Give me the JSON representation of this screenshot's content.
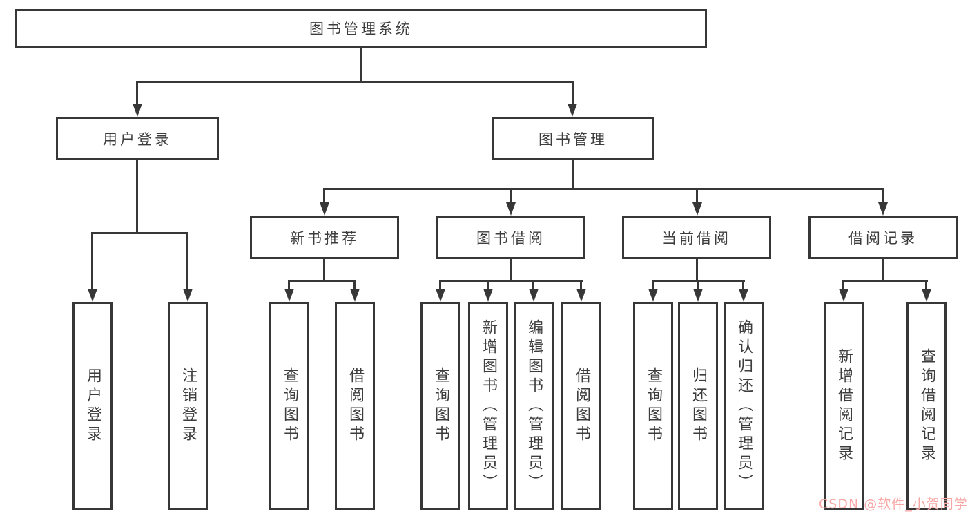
{
  "nodes": {
    "root": "图书管理系统",
    "user_login": "用户登录",
    "book_mgmt": "图书管理",
    "new_book": "新书推荐",
    "book_borrow": "图书借阅",
    "current_borrow": "当前借阅",
    "borrow_record": "借阅记录",
    "login": "用户登录",
    "logout": "注销登录",
    "nb_query": "查询图书",
    "nb_borrow": "借阅图书",
    "bb_query": "查询图书",
    "bb_add": "新增图书（管理员）",
    "bb_edit": "编辑图书（管理员）",
    "bb_borrow": "借阅图书",
    "cb_query": "查询图书",
    "cb_return": "归还图书",
    "cb_confirm": "确认归还（管理员）",
    "br_add": "新增借阅记录",
    "br_query": "查询借阅记录"
  },
  "watermark": "CSDN @软件_小贺同学",
  "colors": {
    "line": "#373737",
    "text": "#3d3d3d",
    "watermark": "#f7a7a5",
    "background": "#ffffff"
  }
}
